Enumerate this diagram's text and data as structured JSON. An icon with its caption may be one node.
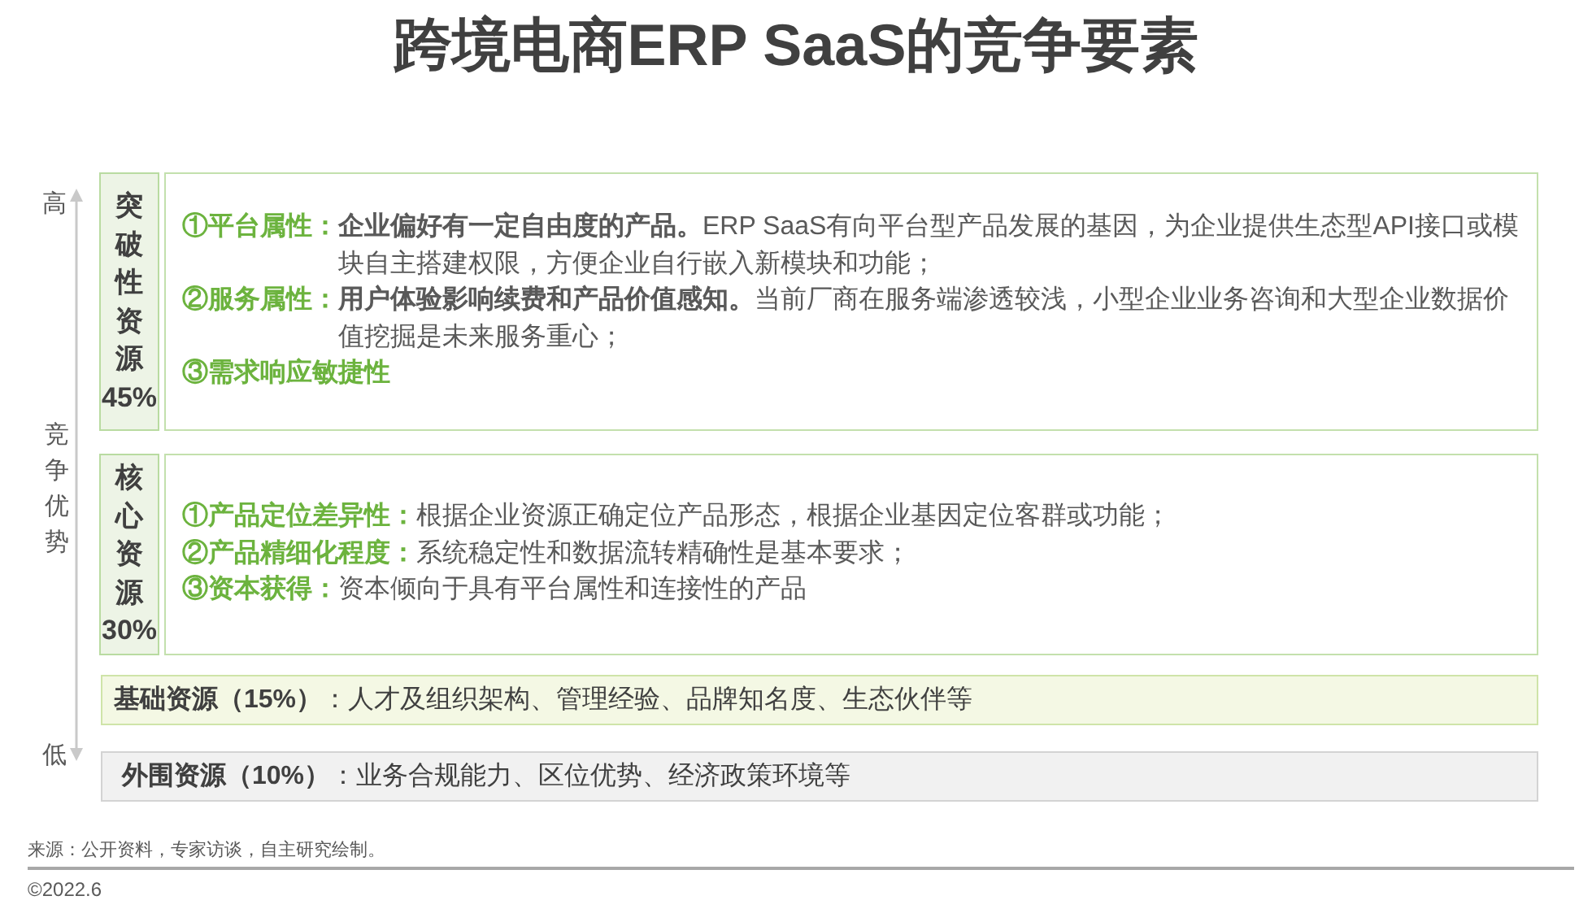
{
  "diagram": {
    "title": "跨境电商ERP SaaS的竞争要素",
    "nodes": [
      {
        "text": [
          "突破性资源45%"
        ]
      },
      {
        "text": [
          "①平台属性：",
          "**企业偏好有一定自由度的产品。**ERP SaaS有向平台型产品发展的基因，为企业提供生态型API接口或模块自主搭建权限，方便企业自行嵌入新模块和功能；",
          "②服务属性：",
          "**用户体验影响续费和产品价值感知。**当前厂商在服务端渗透较浅，小型企业业务咨询和大型企业数据价值挖掘是未来服务重心；",
          "③需求响应敏捷性"
        ]
      },
      {
        "text": [
          "核心资源30%"
        ]
      },
      {
        "text": [
          "①产品定位差异性：",
          "根据企业资源正确定位产品形态，根据企业基因定位客群或功能；",
          "②产品精细化程度：",
          "系统稳定性和数据流转精确性是基本要求；",
          "③资本获得：",
          "资本倾向于具有平台属性和连接性的产品"
        ]
      },
      {
        "text": [
          "**基础资源（15%）**：人才及组织架构、管理经验、品牌知名度、生态伙伴等"
        ]
      },
      {
        "text": [
          "**外围资源（10%）**：业务合规能力、区位优势、经济政策环境等"
        ]
      }
    ],
    "labels": [
      "高",
      "竞争优势",
      "低",
      "来源：公开资料，专家访谈，自主研究绘制。",
      "©2022.6"
    ]
  }
}
